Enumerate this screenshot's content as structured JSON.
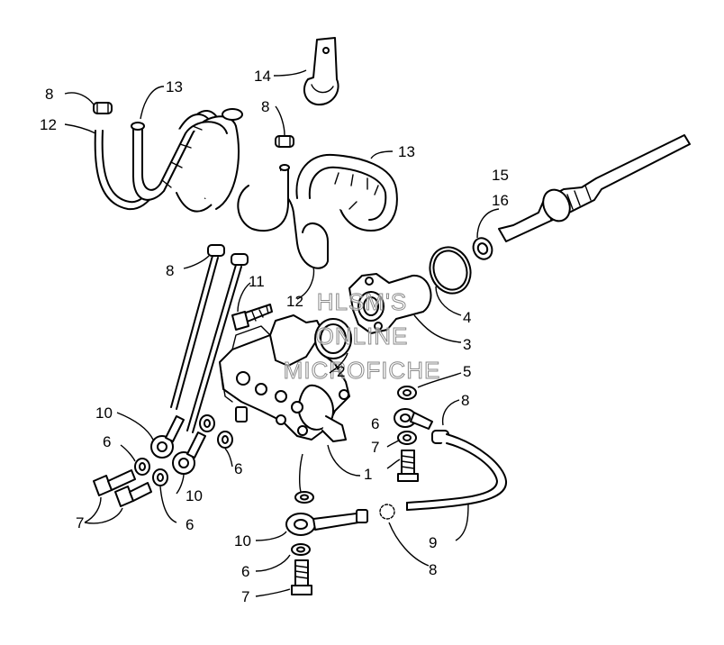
{
  "watermark": {
    "line1": "HLSM'S",
    "line2": "ONLINE",
    "line3": "MICROFICHE"
  },
  "callouts": [
    "1",
    "2",
    "3",
    "4",
    "5",
    "6",
    "7",
    "8",
    "9",
    "10",
    "11",
    "12",
    "13",
    "14",
    "15",
    "16"
  ]
}
